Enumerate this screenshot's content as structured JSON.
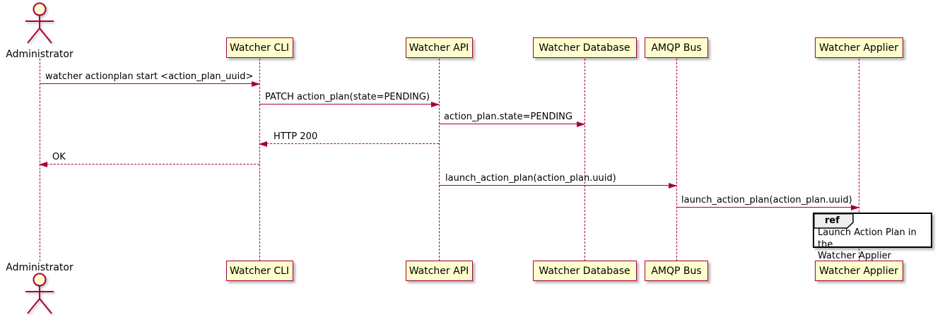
{
  "diagram": {
    "type": "uml-sequence-diagram",
    "participants": [
      {
        "id": "administrator",
        "label": "Administrator",
        "kind": "actor"
      },
      {
        "id": "watcher-cli",
        "label": "Watcher CLI",
        "kind": "participant"
      },
      {
        "id": "watcher-api",
        "label": "Watcher API",
        "kind": "participant"
      },
      {
        "id": "watcher-database",
        "label": "Watcher Database",
        "kind": "participant"
      },
      {
        "id": "amqp-bus",
        "label": "AMQP Bus",
        "kind": "participant"
      },
      {
        "id": "watcher-applier",
        "label": "Watcher Applier",
        "kind": "participant"
      }
    ],
    "messages": [
      {
        "from": "administrator",
        "to": "watcher-cli",
        "label": "watcher actionplan start <action_plan_uuid>",
        "style": "solid"
      },
      {
        "from": "watcher-cli",
        "to": "watcher-api",
        "label": "PATCH action_plan(state=PENDING)",
        "style": "solid"
      },
      {
        "from": "watcher-api",
        "to": "watcher-database",
        "label": "action_plan.state=PENDING",
        "style": "solid"
      },
      {
        "from": "watcher-api",
        "to": "watcher-cli",
        "label": "HTTP 200",
        "style": "dashed"
      },
      {
        "from": "watcher-cli",
        "to": "administrator",
        "label": "OK",
        "style": "dashed"
      },
      {
        "from": "watcher-api",
        "to": "amqp-bus",
        "label": "launch_action_plan(action_plan.uuid)",
        "style": "solid"
      },
      {
        "from": "amqp-bus",
        "to": "watcher-applier",
        "label": "launch_action_plan(action_plan.uuid)",
        "style": "solid"
      }
    ],
    "ref": {
      "keyword": "ref",
      "text": "Launch Action Plan in the\nWatcher Applier",
      "over": "watcher-applier"
    },
    "colors": {
      "border": "#A80036",
      "box_fill": "#FEFECE",
      "arrow": "#A80036",
      "text": "#000000",
      "ref_border": "#000000",
      "ref_header_fill": "#EEEEEE"
    }
  }
}
